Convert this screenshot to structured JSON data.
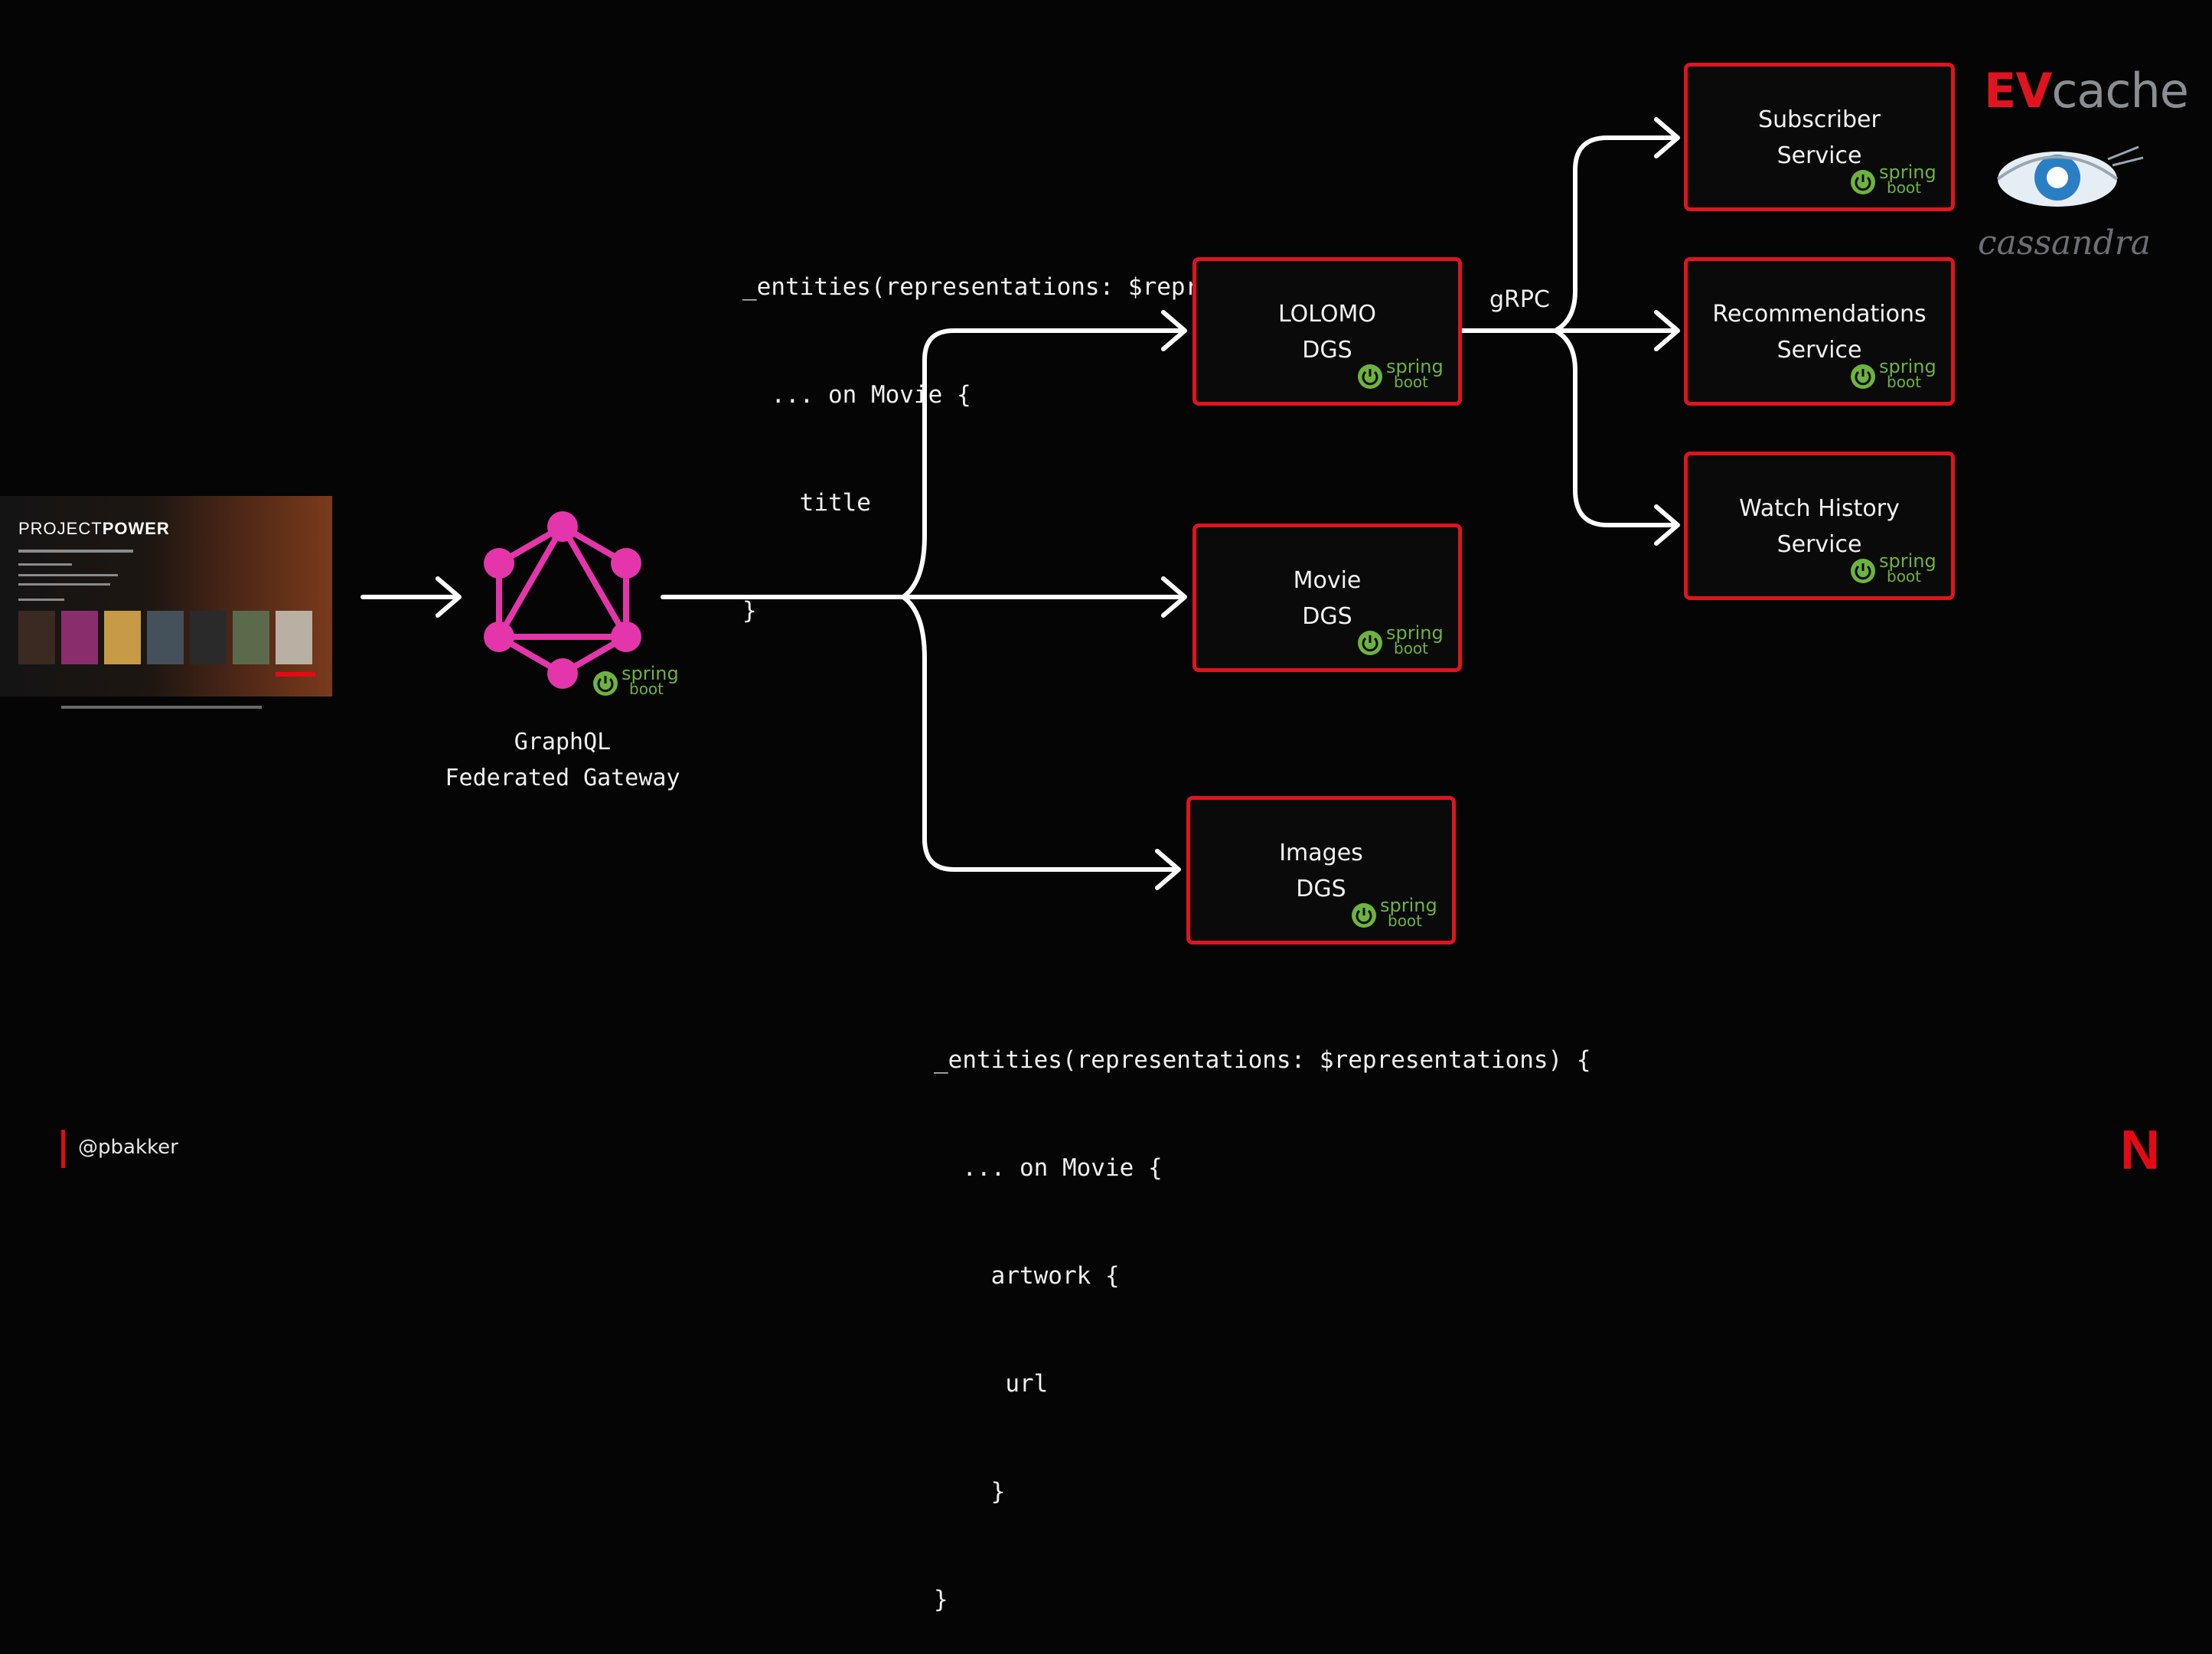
{
  "gateway": {
    "label_line1": "GraphQL",
    "label_line2": "Federated Gateway",
    "icon": "graphql-icon"
  },
  "tv": {
    "title_prefix": "PROJECT",
    "title_suffix": "POWER"
  },
  "services": {
    "lolomo": {
      "line1": "LOLOMO",
      "line2": "DGS"
    },
    "movie": {
      "line1": "Movie",
      "line2": "DGS"
    },
    "images": {
      "line1": "Images",
      "line2": "DGS"
    },
    "subscriber": {
      "line1": "Subscriber",
      "line2": "Service"
    },
    "recommendations": {
      "line1": "Recommendations",
      "line2": "Service"
    },
    "watch_history": {
      "line1": "Watch History",
      "line2": "Service"
    }
  },
  "spring_badge": {
    "line1": "spring",
    "line2": "boot",
    "color": "#6db33f"
  },
  "edge_label": "gRPC",
  "query_top": [
    "_entities(representations: $representations) {",
    "  ... on Movie {",
    "    title",
    "}"
  ],
  "query_bottom": [
    "_entities(representations: $representations) {",
    "  ... on Movie {",
    "    artwork {",
    "     url",
    "    }",
    "}"
  ],
  "evcache": {
    "ev": "EV",
    "cache": "cache"
  },
  "cassandra": {
    "label": "cassandra"
  },
  "footer": {
    "handle": "@pbakker"
  },
  "brand": {
    "netflix_glyph": "N"
  },
  "colors": {
    "border": "#e0141e",
    "graphql": "#e535ab",
    "spring": "#6db33f",
    "netflix": "#e50914",
    "background": "#050505"
  }
}
